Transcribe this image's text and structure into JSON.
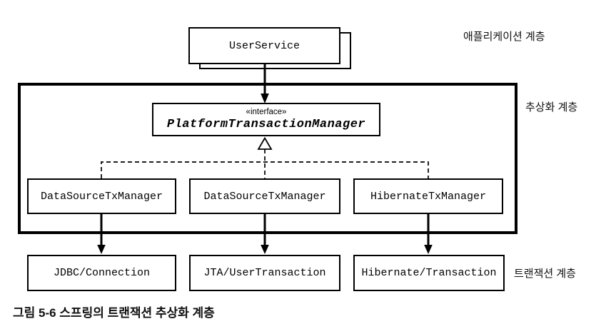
{
  "diagram": {
    "caption": "그림 5-6 스프링의 트랜잭션 추상화 계층",
    "colors": {
      "ink": "#000000",
      "background": "#ffffff"
    },
    "layers": {
      "application": {
        "label": "애플리케이션 계층",
        "node": "UserService"
      },
      "abstraction": {
        "label": "추상화 계층",
        "interface": {
          "stereotype": "«interface»",
          "name": "PlatformTransactionManager"
        },
        "managers": [
          "DataSourceTxManager",
          "DataSourceTxManager",
          "HibernateTxManager"
        ]
      },
      "transaction": {
        "label": "트랜잭션 계층",
        "nodes": [
          "JDBC/Connection",
          "JTA/UserTransaction",
          "Hibernate/Transaction"
        ]
      }
    }
  }
}
